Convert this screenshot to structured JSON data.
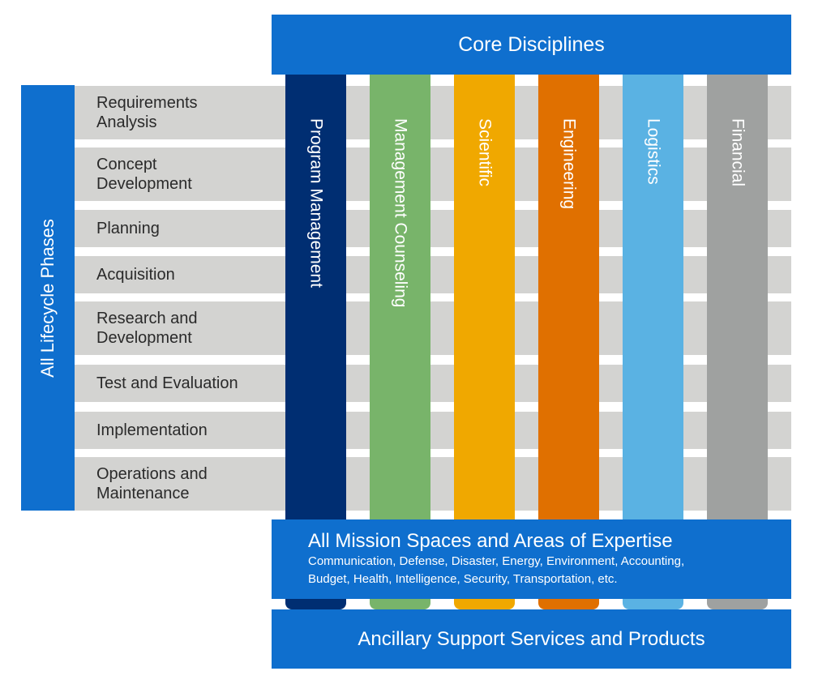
{
  "header": {
    "title": "Core Disciplines"
  },
  "lifecycle": {
    "title": "All Lifecycle Phases",
    "phases": [
      {
        "lines": [
          "Requirements",
          "Analysis"
        ]
      },
      {
        "lines": [
          "Concept",
          "Development"
        ]
      },
      {
        "lines": [
          "Planning"
        ]
      },
      {
        "lines": [
          "Acquisition"
        ]
      },
      {
        "lines": [
          "Research and",
          "Development"
        ]
      },
      {
        "lines": [
          "Test and Evaluation"
        ]
      },
      {
        "lines": [
          "Implementation"
        ]
      },
      {
        "lines": [
          "Operations and",
          "Maintenance"
        ]
      }
    ]
  },
  "disciplines": [
    {
      "label": "Program Management",
      "color": "#002e72"
    },
    {
      "label": "Management Counseling",
      "color": "#78b46a"
    },
    {
      "label": "Scientific",
      "color": "#f0a800"
    },
    {
      "label": "Engineering",
      "color": "#e07000"
    },
    {
      "label": "Logistics",
      "color": "#5ab2e3"
    },
    {
      "label": "Financial",
      "color": "#9fa1a0"
    }
  ],
  "mission": {
    "title": "All Mission Spaces and Areas of Expertise",
    "line1": "Communication, Defense, Disaster, Energy, Environment, Accounting,",
    "line2": "Budget, Health, Intelligence, Security, Transportation, etc."
  },
  "ancillary": {
    "title": "Ancillary Support Services and Products"
  },
  "colors": {
    "primary_blue": "#0f6fce",
    "row_gray": "#d3d3d1"
  }
}
